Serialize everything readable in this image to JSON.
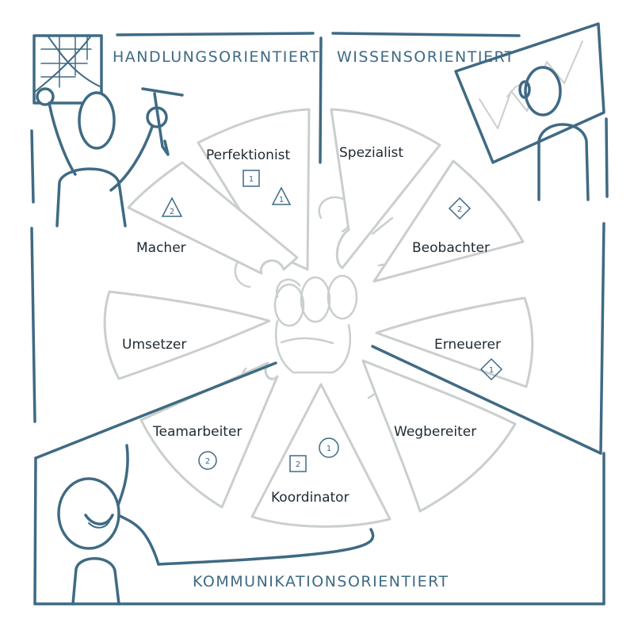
{
  "colors": {
    "frame": "#3f6a84",
    "slice": "#c9cfcd",
    "text": "#1f2a33"
  },
  "categories": {
    "action": "HANDLUNGSORIENTIERT",
    "knowledge": "WISSENSORIENTIERT",
    "communication": "KOMMUNIKATIONSORIENTIERT"
  },
  "roles": {
    "perfektionist": "Perfektionist",
    "spezialist": "Spezialist",
    "macher": "Macher",
    "beobachter": "Beobachter",
    "umsetzer": "Umsetzer",
    "erneuerer": "Erneuerer",
    "teamarbeiter": "Teamarbeiter",
    "wegbereiter": "Wegbereiter",
    "koordinator": "Koordinator"
  },
  "badges": {
    "perfektionist_square": "1",
    "perfektionist_triangle": "1",
    "macher_triangle": "2",
    "beobachter_diamond": "2",
    "erneuerer_diamond": "1",
    "teamarbeiter_circle": "2",
    "koordinator_square": "2",
    "koordinator_circle": "1"
  }
}
